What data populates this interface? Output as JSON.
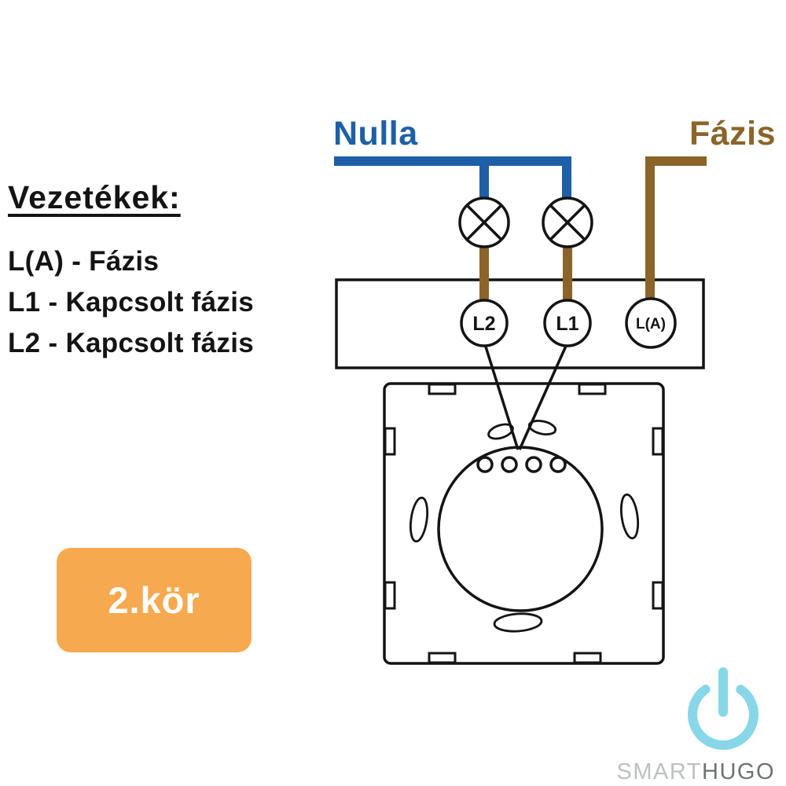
{
  "labels": {
    "nulla": "Nulla",
    "fazis": "Fázis"
  },
  "legend": {
    "title": "Vezetékek:",
    "items": [
      "L(A) - Fázis",
      "L1 - Kapcsolt fázis",
      "L2 - Kapcsolt fázis"
    ]
  },
  "terminals": {
    "l2": "L2",
    "l1": "L1",
    "la": "L(A)"
  },
  "badge": {
    "label": "2.kör"
  },
  "logo": {
    "smart": "SMART",
    "hugo": "HUGO",
    "icon": "power-icon"
  },
  "colors": {
    "neutral_blue": "#1e5fa8",
    "phase_brown": "#8a6429",
    "badge_orange": "#f7a94f",
    "logo_cyan": "#87d7e9",
    "logo_smart_gray": "#bdc1c4",
    "logo_hugo_gray": "#6d7276",
    "diagram_ink": "#141414",
    "background": "#ffffff"
  }
}
